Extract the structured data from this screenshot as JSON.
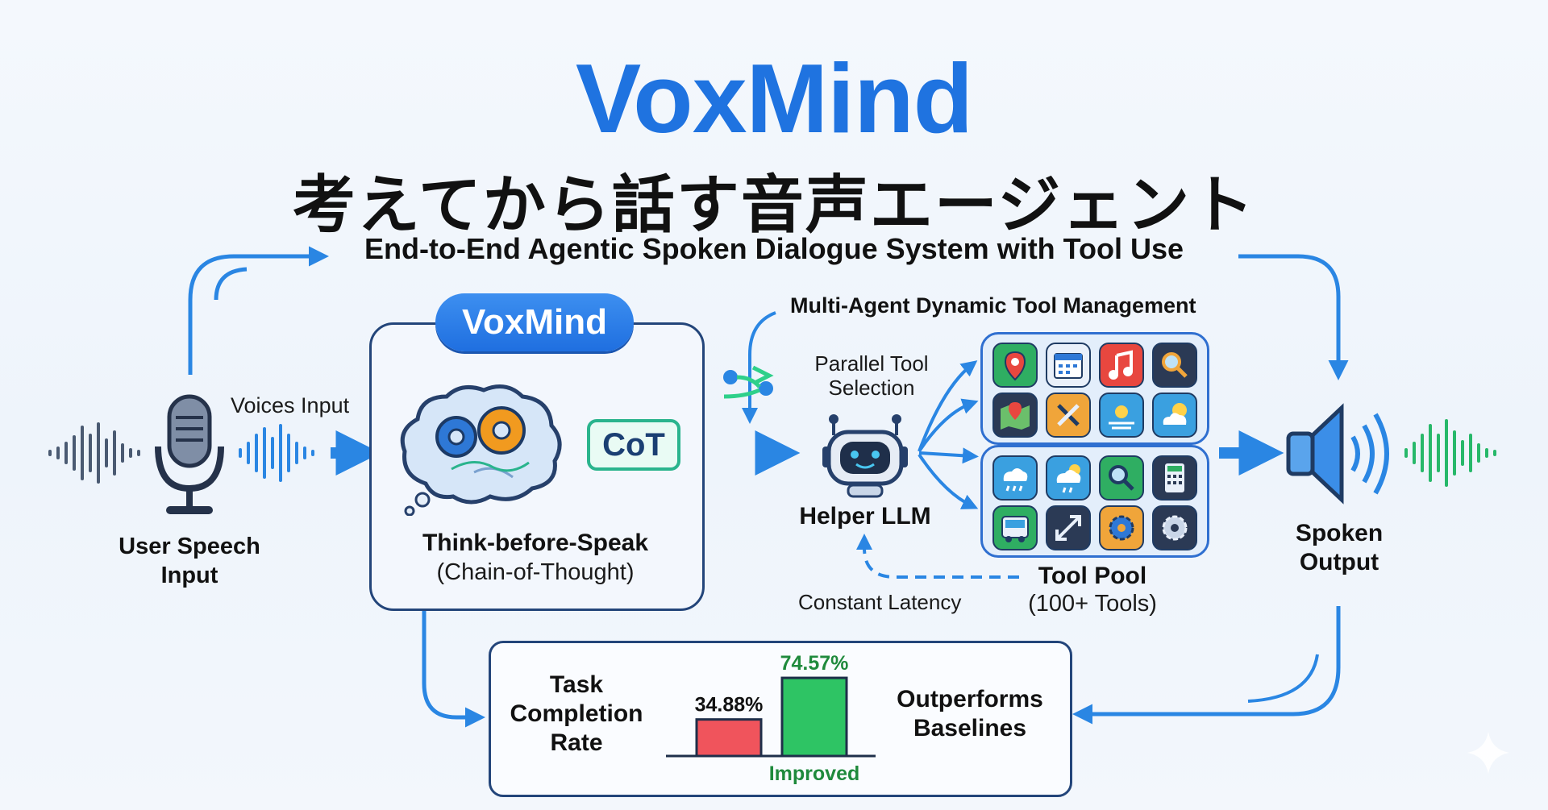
{
  "header": {
    "title": "VoxMind",
    "title_jp": "考えてから話す音声エージェント",
    "subtitle": "End-to-End Agentic Spoken Dialogue System with Tool Use"
  },
  "input": {
    "label_line1": "User Speech",
    "label_line2": "Input",
    "voices_label": "Voices Input"
  },
  "voxmind_module": {
    "pill_label": "VoxMind",
    "cot_label": "CoT",
    "caption_line1": "Think-before-Speak",
    "caption_line2": "(Chain-of-Thought)"
  },
  "tool_management": {
    "heading": "Multi-Agent Dynamic Tool Management",
    "parallel_line1": "Parallel Tool",
    "parallel_line2": "Selection",
    "helper_label": "Helper LLM",
    "latency_label": "Constant Latency",
    "pool_line1": "Tool Pool",
    "pool_line2": "(100+ Tools)",
    "tools": [
      "map-pin-icon",
      "calendar-icon",
      "music-icon",
      "search-icon",
      "map-icon",
      "tools-icon",
      "weather-icon",
      "partly-cloudy-icon",
      "rain-cloud-icon",
      "storm-cloud-icon",
      "search-icon",
      "calculator-icon",
      "bus-icon",
      "resize-icon",
      "gear-orange-icon",
      "gear-dark-icon"
    ]
  },
  "output": {
    "label_line1": "Spoken",
    "label_line2": "Output"
  },
  "metrics": {
    "label_line1": "Task",
    "label_line2": "Completion",
    "label_line3": "Rate",
    "outperforms_line1": "Outperforms",
    "outperforms_line2": "Baselines",
    "improved_label": "Improved"
  },
  "chart_data": {
    "type": "bar",
    "categories": [
      "",
      ""
    ],
    "values": [
      34.88,
      74.57
    ],
    "value_labels": [
      "34.88%",
      "74.57%"
    ],
    "colors": [
      "#f0545c",
      "#2ec464"
    ],
    "label_colors": [
      "#111111",
      "#1f8a3c"
    ],
    "ylim": [
      0,
      80
    ],
    "grid": false
  },
  "colors": {
    "title_blue": "#1f73e0",
    "arrow_blue": "#2a86e3",
    "panel_border": "#23457a",
    "cot_green": "#2ab48d",
    "improved_green": "#1f8a3c"
  }
}
